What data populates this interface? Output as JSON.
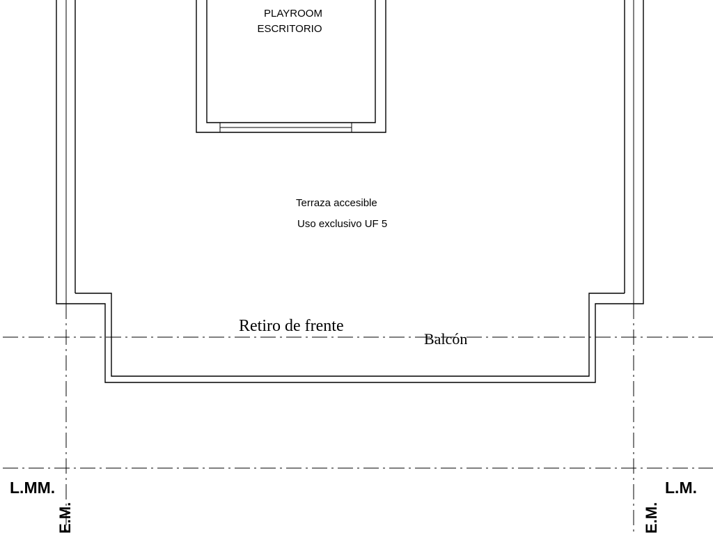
{
  "plan": {
    "rooms": {
      "playroom": {
        "line1": "PLAYROOM",
        "line2": "ESCRITORIO"
      },
      "terrace": {
        "line1": "Terraza accesible",
        "line2": "Uso exclusivo UF 5"
      },
      "front_setback": "Retiro de frente",
      "balcony": "Balcón"
    },
    "markers": {
      "left_property_line": "L.MM.",
      "right_property_line": "L.M.",
      "left_axis": "E.M.",
      "right_axis": "E.M."
    }
  }
}
